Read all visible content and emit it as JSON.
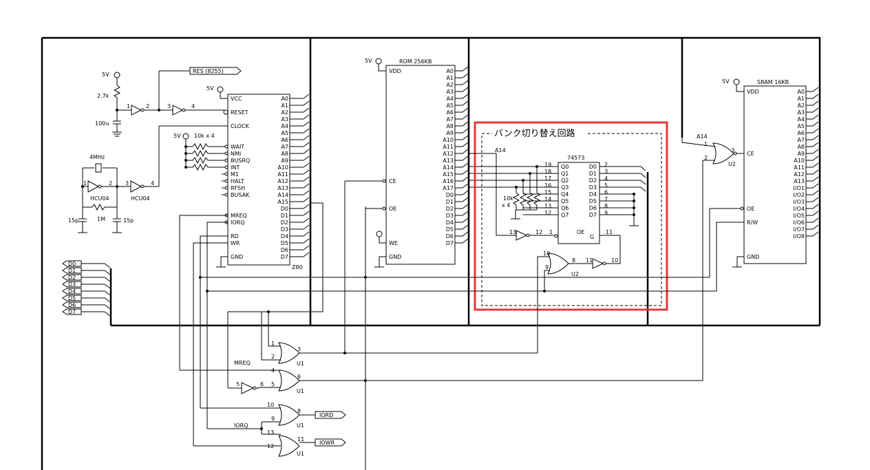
{
  "z80": {
    "name": "Z80",
    "left_pins": [
      "VCC",
      "RESET",
      "CLOCK",
      "WAIT",
      "NMI",
      "BUSRQ",
      "INT",
      "M1",
      "HALT",
      "RFSH",
      "BUSAK",
      "MREQ",
      "IORQ",
      "RD",
      "WR",
      "GND"
    ],
    "right_pins": [
      "A0",
      "A1",
      "A2",
      "A3",
      "A4",
      "A5",
      "A6",
      "A7",
      "A8",
      "A9",
      "A10",
      "A11",
      "A12",
      "A13",
      "A14",
      "A15",
      "D0",
      "D1",
      "D2",
      "D3",
      "D4",
      "D5",
      "D6",
      "D7"
    ]
  },
  "rom": {
    "name": "ROM 256KB",
    "left_pins": [
      "VDD",
      "CE",
      "OE",
      "WE",
      "GND"
    ],
    "right_pins": [
      "A0",
      "A1",
      "A2",
      "A3",
      "A4",
      "A5",
      "A6",
      "A7",
      "A8",
      "A9",
      "A10",
      "A11",
      "A12",
      "A13",
      "A14",
      "A15",
      "A16",
      "A17",
      "D0",
      "D1",
      "D2",
      "D3",
      "D4",
      "D5",
      "D6",
      "D7"
    ]
  },
  "sram": {
    "name": "SRAM 16KB",
    "left_pins": [
      "VDD",
      "CE",
      "OE",
      "R/W",
      "GND"
    ],
    "right_pins": [
      "A0",
      "A1",
      "A2",
      "A3",
      "A4",
      "A5",
      "A6",
      "A7",
      "A8",
      "A9",
      "A10",
      "A11",
      "A12",
      "A13",
      "I/O1",
      "I/O2",
      "I/O3",
      "I/O4",
      "I/O5",
      "I/O6",
      "I/O7",
      "I/O8"
    ]
  },
  "latch": {
    "name": "74573",
    "q_pins": [
      "Q0",
      "Q1",
      "Q2",
      "Q3",
      "Q4",
      "Q5",
      "Q6",
      "Q7"
    ],
    "d_pins": [
      "D0",
      "D1",
      "D2",
      "D3",
      "D4",
      "D5",
      "D6",
      "D7"
    ],
    "q_nums": [
      "19",
      "18",
      "17",
      "16",
      "15",
      "14",
      "13",
      "12"
    ],
    "d_nums": [
      "2",
      "3",
      "4",
      "5",
      "6",
      "7",
      "8",
      "9"
    ],
    "oe": "OE",
    "g": "G",
    "oe_num": "1",
    "g_num": "11"
  },
  "bank_label": "バンク切り替え回路",
  "labels": {
    "v5": "5V",
    "r27k": "2.7k",
    "c100u": "100u",
    "res8255": "RES (8255)",
    "r10k4": "10k x 4",
    "xtal": "4MHz",
    "hcu": "HCU04",
    "r1m": "1M",
    "c15p": "15p",
    "u1": "U1",
    "u2": "U2",
    "mreq": "MREQ",
    "iorq": "IORQ",
    "iord": "IORD",
    "iowr": "IOWR",
    "a14": "A14",
    "r10k": "10k",
    "x4": "x 4"
  },
  "data_bus": [
    "D0",
    "D1",
    "D2",
    "D3",
    "D4",
    "D5",
    "D6",
    "D7"
  ]
}
